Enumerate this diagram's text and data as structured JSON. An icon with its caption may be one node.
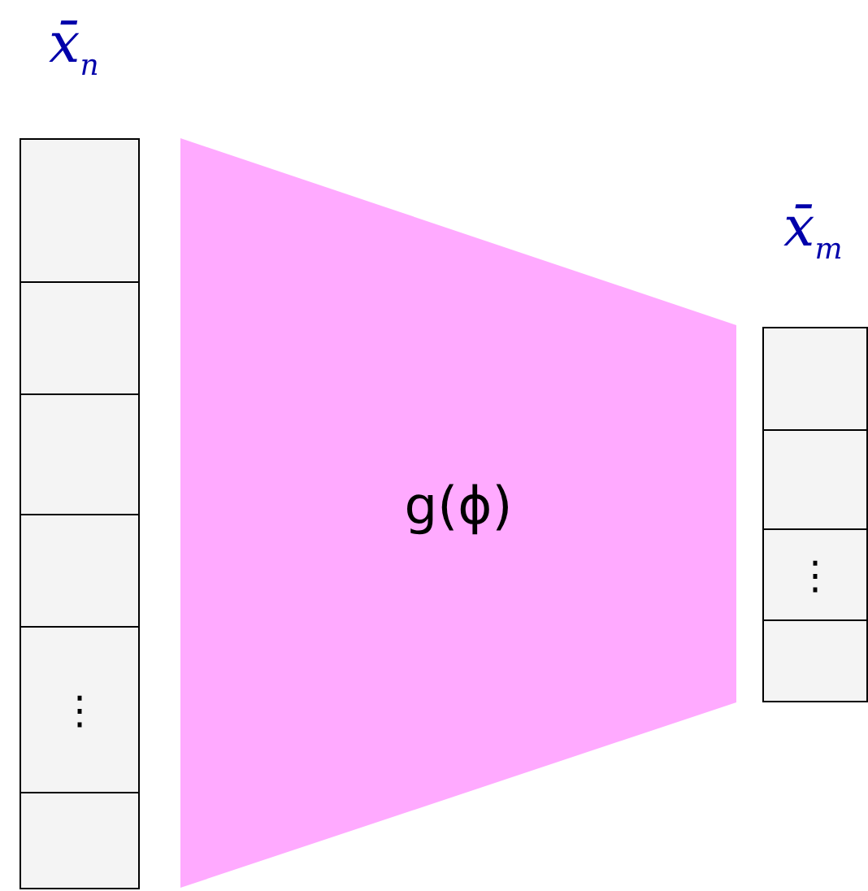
{
  "diagram": {
    "nodes": [
      {
        "text": [],
        "shape": "box"
      },
      {
        "text": [],
        "shape": "box"
      },
      {
        "text": [],
        "shape": "box"
      },
      {
        "text": [],
        "shape": "box"
      },
      {
        "text": [
          "⋮"
        ]
      },
      {
        "text": [],
        "shape": "box"
      },
      {
        "text": [
          "g(ϕ)"
        ]
      },
      {
        "text": [],
        "shape": "box"
      },
      {
        "text": [],
        "shape": "box"
      },
      {
        "text": [
          "⋮"
        ]
      },
      {
        "text": [],
        "shape": "box"
      }
    ],
    "labels": [
      "x̄$_{n}$",
      "x̄$_{m}$"
    ]
  }
}
